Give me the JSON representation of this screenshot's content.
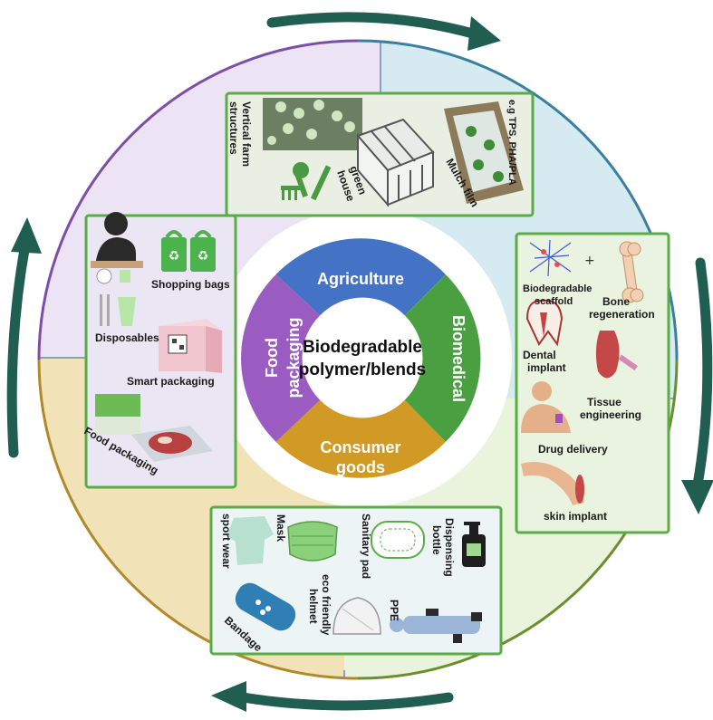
{
  "center": {
    "line1": "Biodegradable",
    "line2": "polymer/blends"
  },
  "sectors": {
    "agriculture": {
      "label": "Agriculture",
      "color": "#4472c4"
    },
    "biomedical": {
      "label": "Biomedical",
      "color": "#4aa040"
    },
    "consumer": {
      "line1": "Consumer",
      "line2": "goods",
      "color": "#d19a24"
    },
    "food": {
      "line1": "Food",
      "line2": "packaging",
      "color": "#9a5cc0"
    }
  },
  "agriculture_panel": {
    "vertical_farm": [
      "Vertical farm",
      "structures"
    ],
    "green_house": [
      "green",
      "house"
    ],
    "mulch_film": "Mulch film",
    "example": "e.g TPS, PHA/PLA"
  },
  "food_panel": {
    "shopping_bags": "Shopping bags",
    "disposables": "Disposables",
    "smart_packaging": "Smart packaging",
    "food_packaging": "Food packaging"
  },
  "biomedical_panel": {
    "scaffold": [
      "Biodegradable",
      "scaffold"
    ],
    "bone": [
      "Bone",
      "regeneration"
    ],
    "dental": [
      "Dental",
      "implant"
    ],
    "tissue": [
      "Tissue",
      "engineering"
    ],
    "drug": "Drug delivery",
    "skin": "skin implant"
  },
  "consumer_panel": {
    "sport_wear": "sport wear",
    "mask": "Mask",
    "sanitary_pad": "Sanitary pad",
    "dispensing_bottle": [
      "Dispensing",
      "bottle"
    ],
    "eco_helmet": [
      "eco friendly",
      "helmet"
    ],
    "ppe": "PPE",
    "bandage": "Bandage"
  },
  "colors": {
    "panel_border": "#5aac46",
    "arrow": "#1f5e50",
    "quad_purple": "#ece4f4",
    "quad_blue": "#d5eaf1",
    "quad_green": "#eaf3db",
    "quad_tan": "#f1e2b8"
  }
}
